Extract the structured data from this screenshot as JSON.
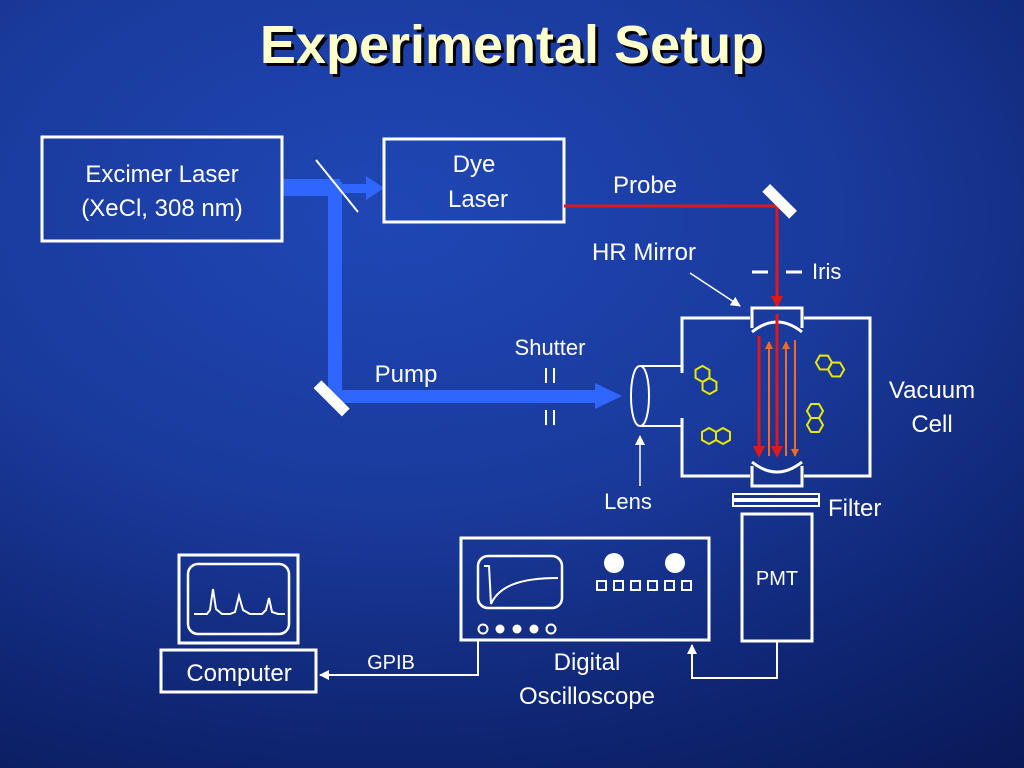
{
  "title": "Experimental Setup",
  "labels": {
    "excimer_line1": "Excimer Laser",
    "excimer_line2": "(XeCl, 308 nm)",
    "dye_line1": "Dye",
    "dye_line2": "Laser",
    "probe": "Probe",
    "hr_mirror": "HR Mirror",
    "iris": "Iris",
    "shutter": "Shutter",
    "pump": "Pump",
    "vacuum_line1": "Vacuum",
    "vacuum_line2": "Cell",
    "lens": "Lens",
    "filter": "Filter",
    "pmt": "PMT",
    "gpib": "GPIB",
    "computer": "Computer",
    "oscilloscope_line1": "Digital",
    "oscilloscope_line2": "Oscilloscope"
  },
  "colors": {
    "title": "#ffffcc",
    "pump_beam": "#2f66ff",
    "probe_beam": "#e01818",
    "molecules": "#e8e800",
    "component_border": "#ffffff"
  }
}
